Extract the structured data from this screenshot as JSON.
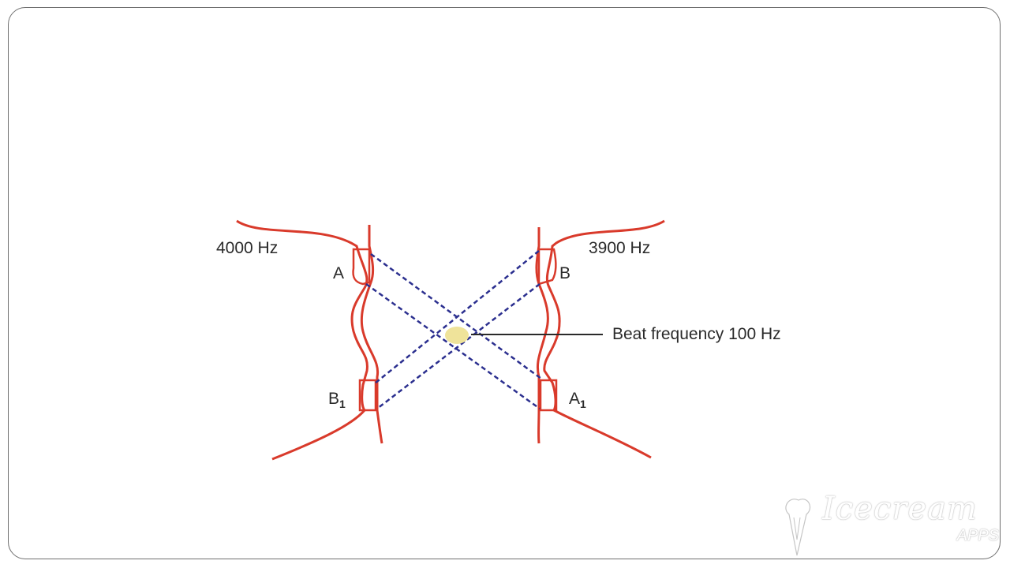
{
  "diagram": {
    "left_frequency": "4000 Hz",
    "right_frequency": "3900 Hz",
    "point_a": "A",
    "point_b": "B",
    "point_b1_letter": "B",
    "point_b1_sub": "1",
    "point_a1_letter": "A",
    "point_a1_sub": "1",
    "beat_label": "Beat frequency 100 Hz",
    "curve_color": "#d93a2b",
    "dash_color": "#2b2f8f",
    "beat_spot_color": "#efe39a"
  },
  "watermark": {
    "brand": "Icecream",
    "sub": "APPS"
  }
}
